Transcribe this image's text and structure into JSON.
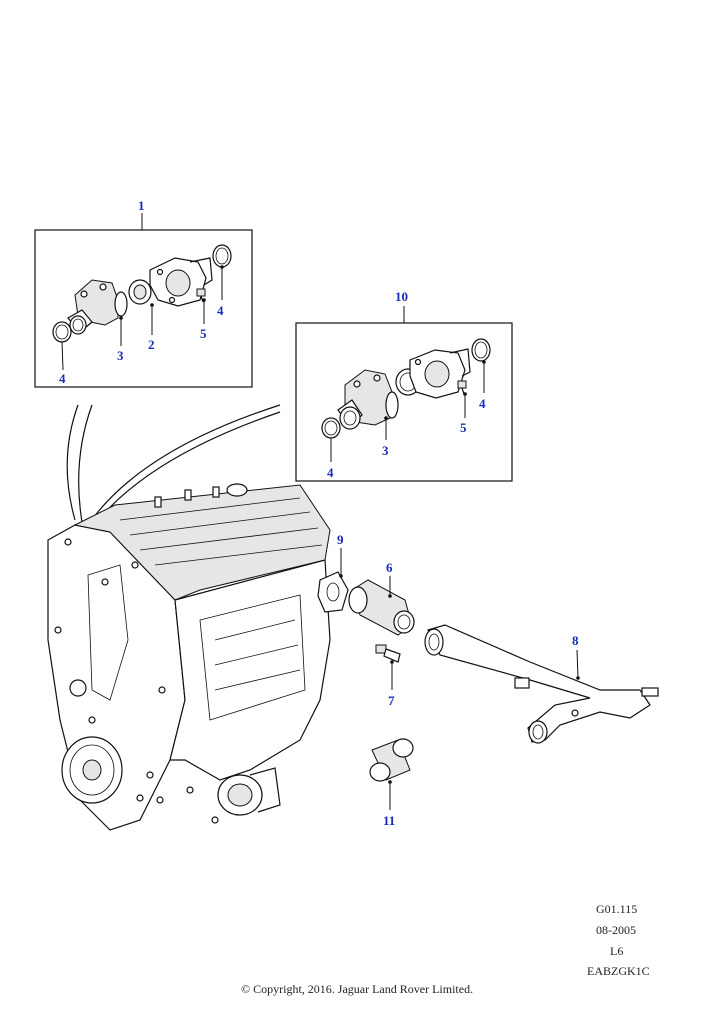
{
  "callouts": [
    {
      "id": "c1",
      "label": "1"
    },
    {
      "id": "c2",
      "label": "2"
    },
    {
      "id": "c3a",
      "label": "3"
    },
    {
      "id": "c4a",
      "label": "4"
    },
    {
      "id": "c4b",
      "label": "4"
    },
    {
      "id": "c5a",
      "label": "5"
    },
    {
      "id": "c10",
      "label": "10"
    },
    {
      "id": "c3b",
      "label": "3"
    },
    {
      "id": "c4c",
      "label": "4"
    },
    {
      "id": "c4d",
      "label": "4"
    },
    {
      "id": "c5b",
      "label": "5"
    },
    {
      "id": "c6",
      "label": "6"
    },
    {
      "id": "c7",
      "label": "7"
    },
    {
      "id": "c8",
      "label": "8"
    },
    {
      "id": "c9",
      "label": "9"
    },
    {
      "id": "c11",
      "label": "11"
    }
  ],
  "footer": {
    "ref_code": "G01.115",
    "date": "08-2005",
    "variant": "L6",
    "drawing_id": "EABZGK1C",
    "copyright": "© Copyright, 2016. Jaguar Land Rover Limited."
  }
}
